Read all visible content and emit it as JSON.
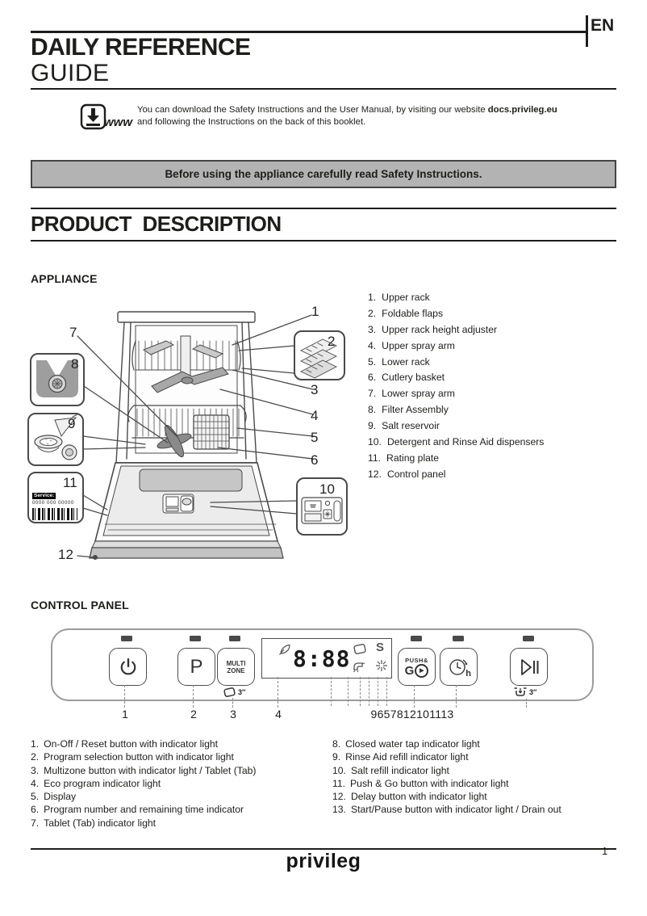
{
  "header": {
    "lang": "EN",
    "title_line1": "DAILY REFERENCE",
    "title_line2": "GUIDE",
    "www_label": "www",
    "download_text_pre": "You can download the Safety Instructions and the User Manual, by visiting our website ",
    "download_site": "docs.privileg.eu",
    "download_text_line2": "and following the Instructions on the back of this booklet."
  },
  "banner": {
    "text": "Before using the appliance carefully read Safety Instructions."
  },
  "section": {
    "title": "PRODUCT  DESCRIPTION"
  },
  "appliance": {
    "title": "APPLIANCE",
    "parts": [
      {
        "num": "1.",
        "label": "Upper rack"
      },
      {
        "num": "2.",
        "label": "Foldable flaps"
      },
      {
        "num": "3.",
        "label": "Upper rack height adjuster"
      },
      {
        "num": "4.",
        "label": "Upper spray arm"
      },
      {
        "num": "5.",
        "label": "Lower rack"
      },
      {
        "num": "6.",
        "label": "Cutlery basket"
      },
      {
        "num": "7.",
        "label": "Lower spray arm"
      },
      {
        "num": "8.",
        "label": "Filter Assembly"
      },
      {
        "num": "9.",
        "label": "Salt reservoir"
      },
      {
        "num": "10.",
        "label": "Detergent and Rinse Aid dispensers"
      },
      {
        "num": "11.",
        "label": "Rating plate"
      },
      {
        "num": "12.",
        "label": "Control panel"
      }
    ],
    "callouts": [
      "1",
      "2",
      "3",
      "4",
      "5",
      "6",
      "7",
      "8",
      "9",
      "10",
      "11",
      "12"
    ],
    "rating_plate": {
      "service": "Service:",
      "code": "0000 000 00000"
    }
  },
  "control_panel": {
    "title": "CONTROL PANEL",
    "program_label": "P",
    "multizone_line1": "MULTI",
    "multizone_line2": "ZONE",
    "display_time": "8:88",
    "salt_symbol": "S",
    "push_line1": "PUSH&",
    "push_g": "G",
    "delay_h": "h",
    "tablet_hold": "3″",
    "drain_hold": "3″",
    "numbers": {
      "n1": "1",
      "n2": "2",
      "n3": "3",
      "n4": "4",
      "cluster": "9657812101113"
    }
  },
  "legend": {
    "left": [
      {
        "num": "1.",
        "label": "On-Off / Reset button with indicator light"
      },
      {
        "num": "2.",
        "label": "Program selection button with indicator light"
      },
      {
        "num": "3.",
        "label": "Multizone button with indicator light / Tablet (Tab)"
      },
      {
        "num": "4.",
        "label": "Eco program indicator light"
      },
      {
        "num": "5.",
        "label": "Display"
      },
      {
        "num": "6.",
        "label": "Program number and remaining time indicator"
      },
      {
        "num": "7.",
        "label": "Tablet (Tab) indicator light"
      }
    ],
    "right": [
      {
        "num": "8.",
        "label": "Closed water tap indicator light"
      },
      {
        "num": "9.",
        "label": "Rinse Aid refill indicator light"
      },
      {
        "num": "10.",
        "label": "Salt refill indicator light"
      },
      {
        "num": "11.",
        "label": "Push & Go button with indicator light"
      },
      {
        "num": "12.",
        "label": "Delay button with indicator light"
      },
      {
        "num": "13.",
        "label": "Start/Pause button with indicator light / Drain out"
      }
    ]
  },
  "footer": {
    "brand": "privileg",
    "page": "1"
  }
}
